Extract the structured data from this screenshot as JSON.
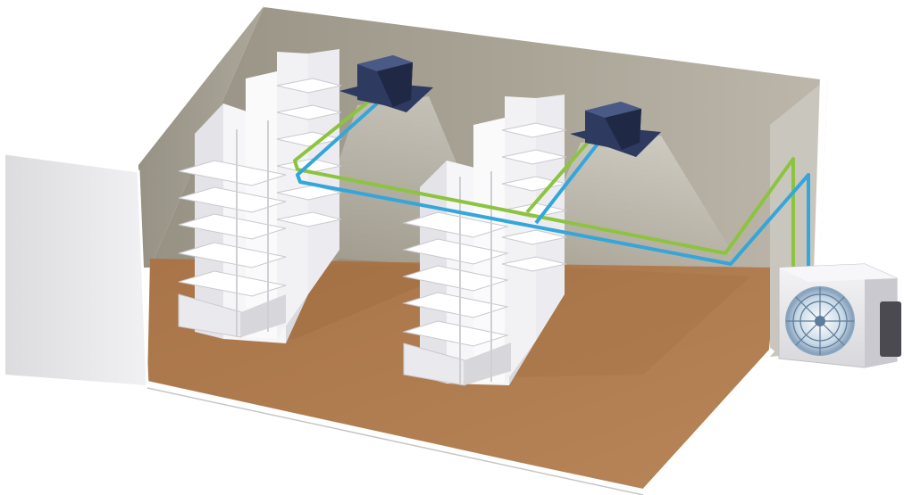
{
  "diagram": {
    "room": {
      "wall_color": "#a8a395",
      "floor_color": "#b07d52",
      "wall_edge_color": "#ffffff"
    },
    "shelving_units": 2,
    "indoor_units": 2,
    "outdoor_unit": 1,
    "pipes": {
      "liquid_line_color": "#33a6dc",
      "gas_line_color": "#8cc43f"
    },
    "indoor_unit_color": "#2e3a5f"
  }
}
